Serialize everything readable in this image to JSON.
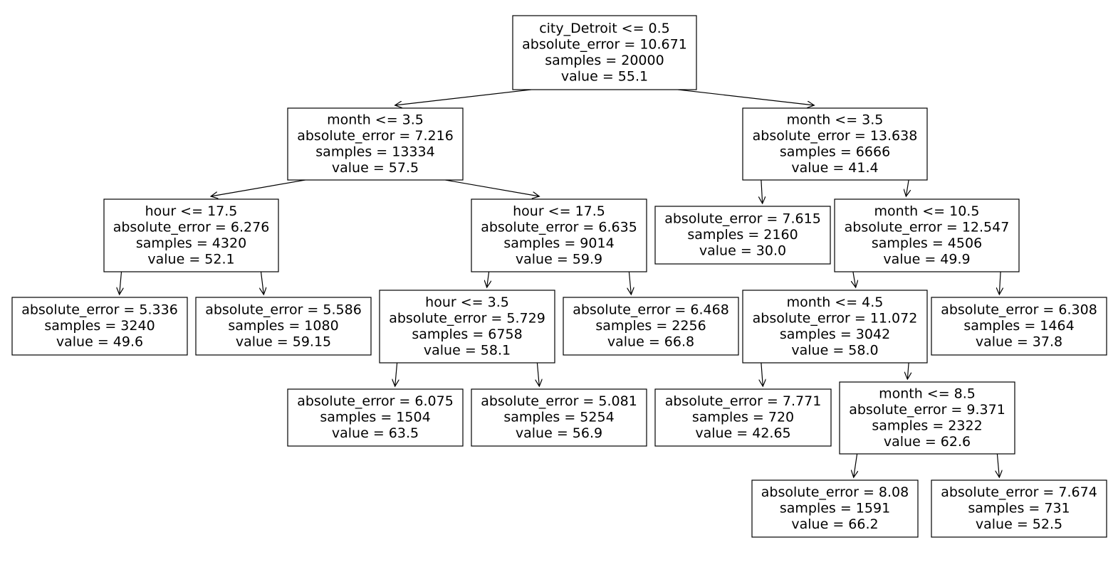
{
  "tree": {
    "nodes": [
      {
        "id": "n0",
        "lines": [
          "city_Detroit <= 0.5",
          "absolute_error = 10.671",
          "samples = 20000",
          "value = 55.1"
        ]
      },
      {
        "id": "n1",
        "lines": [
          "month <= 3.5",
          "absolute_error = 7.216",
          "samples = 13334",
          "value = 57.5"
        ]
      },
      {
        "id": "n2",
        "lines": [
          "hour <= 17.5",
          "absolute_error = 6.276",
          "samples = 4320",
          "value = 52.1"
        ]
      },
      {
        "id": "n3",
        "lines": [
          "absolute_error = 5.336",
          "samples = 3240",
          "value = 49.6"
        ]
      },
      {
        "id": "n4",
        "lines": [
          "absolute_error = 5.586",
          "samples = 1080",
          "value = 59.15"
        ]
      },
      {
        "id": "n5",
        "lines": [
          "hour <= 17.5",
          "absolute_error = 6.635",
          "samples = 9014",
          "value = 59.9"
        ]
      },
      {
        "id": "n6",
        "lines": [
          "hour <= 3.5",
          "absolute_error = 5.729",
          "samples = 6758",
          "value = 58.1"
        ]
      },
      {
        "id": "n7",
        "lines": [
          "absolute_error = 6.075",
          "samples = 1504",
          "value = 63.5"
        ]
      },
      {
        "id": "n8",
        "lines": [
          "absolute_error = 5.081",
          "samples = 5254",
          "value = 56.9"
        ]
      },
      {
        "id": "n9",
        "lines": [
          "absolute_error = 6.468",
          "samples = 2256",
          "value = 66.8"
        ]
      },
      {
        "id": "n10",
        "lines": [
          "month <= 3.5",
          "absolute_error = 13.638",
          "samples = 6666",
          "value = 41.4"
        ]
      },
      {
        "id": "n11",
        "lines": [
          "absolute_error = 7.615",
          "samples = 2160",
          "value = 30.0"
        ]
      },
      {
        "id": "n12",
        "lines": [
          "month <= 10.5",
          "absolute_error = 12.547",
          "samples = 4506",
          "value = 49.9"
        ]
      },
      {
        "id": "n13",
        "lines": [
          "month <= 4.5",
          "absolute_error = 11.072",
          "samples = 3042",
          "value = 58.0"
        ]
      },
      {
        "id": "n14",
        "lines": [
          "absolute_error = 7.771",
          "samples = 720",
          "value = 42.65"
        ]
      },
      {
        "id": "n15",
        "lines": [
          "month <= 8.5",
          "absolute_error = 9.371",
          "samples = 2322",
          "value = 62.6"
        ]
      },
      {
        "id": "n16",
        "lines": [
          "absolute_error = 8.08",
          "samples = 1591",
          "value = 66.2"
        ]
      },
      {
        "id": "n17",
        "lines": [
          "absolute_error = 7.674",
          "samples = 731",
          "value = 52.5"
        ]
      },
      {
        "id": "n18",
        "lines": [
          "absolute_error = 6.308",
          "samples = 1464",
          "value = 37.8"
        ]
      }
    ],
    "edges": [
      [
        "n0",
        "n1"
      ],
      [
        "n0",
        "n10"
      ],
      [
        "n1",
        "n2"
      ],
      [
        "n1",
        "n5"
      ],
      [
        "n2",
        "n3"
      ],
      [
        "n2",
        "n4"
      ],
      [
        "n5",
        "n6"
      ],
      [
        "n5",
        "n9"
      ],
      [
        "n6",
        "n7"
      ],
      [
        "n6",
        "n8"
      ],
      [
        "n10",
        "n11"
      ],
      [
        "n10",
        "n12"
      ],
      [
        "n12",
        "n13"
      ],
      [
        "n12",
        "n18"
      ],
      [
        "n13",
        "n14"
      ],
      [
        "n13",
        "n15"
      ],
      [
        "n15",
        "n16"
      ],
      [
        "n15",
        "n17"
      ]
    ]
  }
}
